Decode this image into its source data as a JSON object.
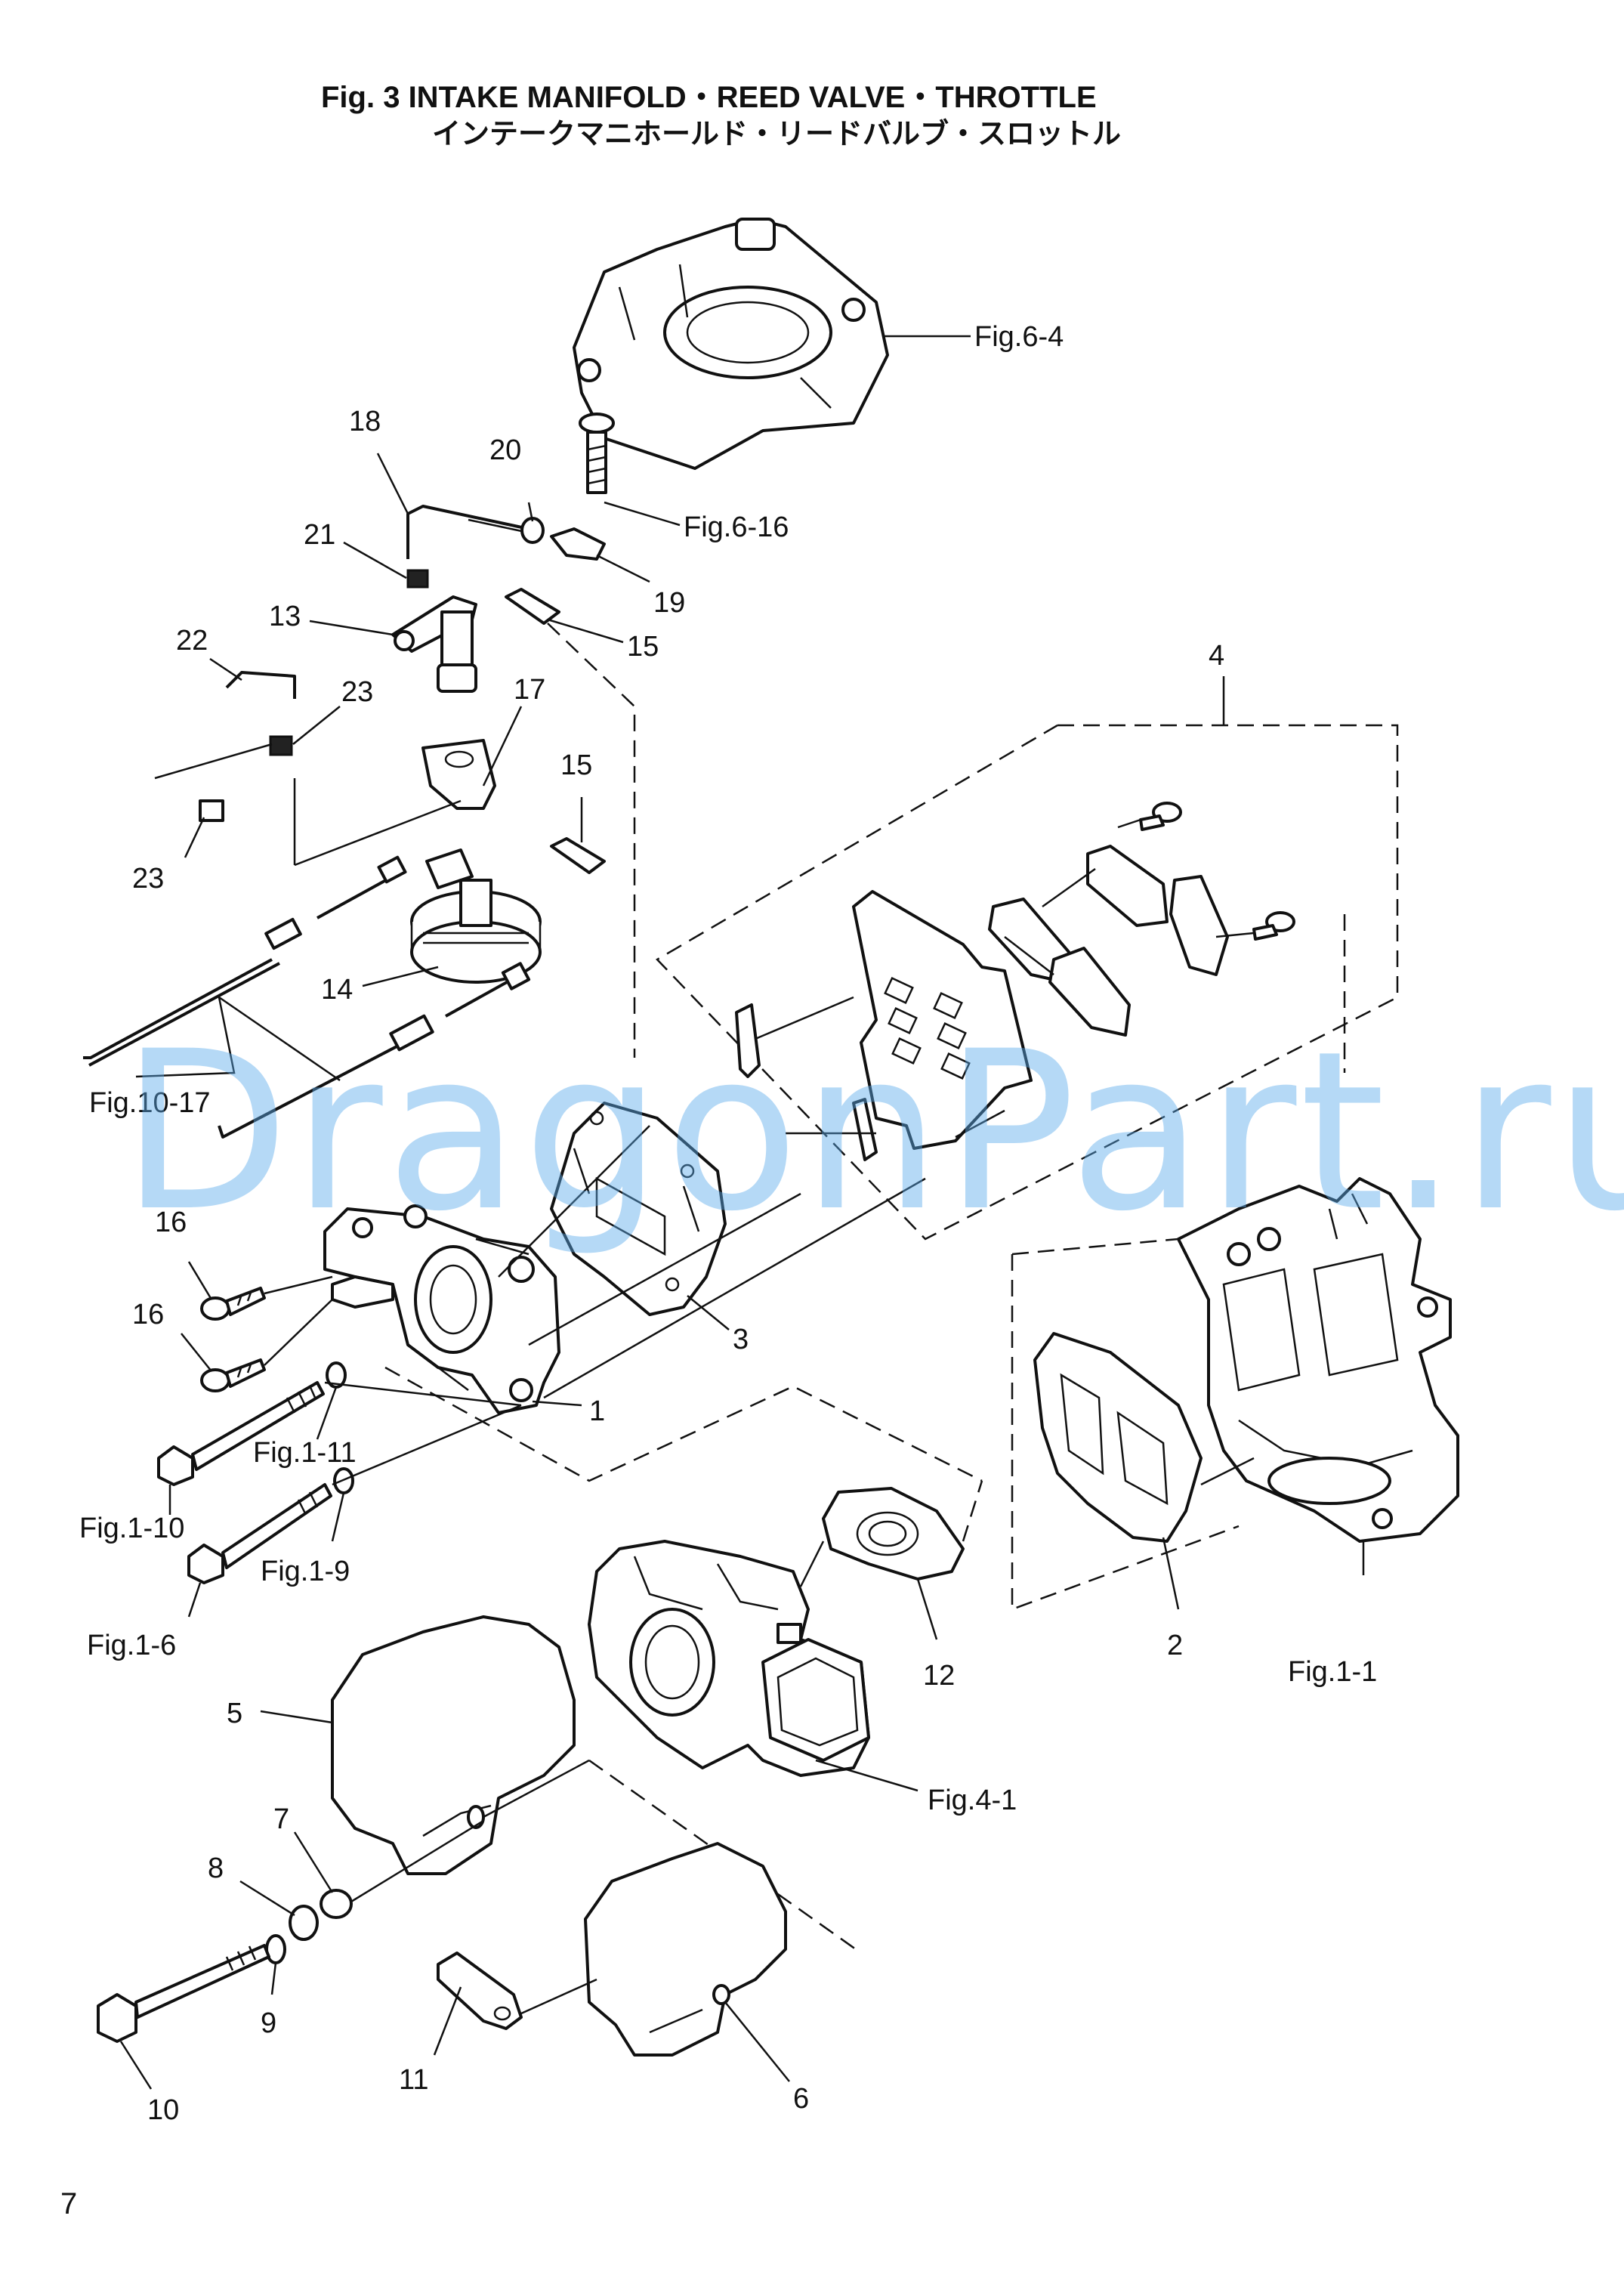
{
  "title": {
    "en": "Fig. 3   INTAKE MANIFOLD・REED VALVE・THROTTLE",
    "jp": "インテークマニホールド・リードバルブ・スロットル"
  },
  "watermark": "DragonPart.ru",
  "page_number": "7",
  "callouts": {
    "p1": "1",
    "p2": "2",
    "p3": "3",
    "p4": "4",
    "p5": "5",
    "p6": "6",
    "p7": "7",
    "p8": "8",
    "p9": "9",
    "p10": "10",
    "p11": "11",
    "p12": "12",
    "p13": "13",
    "p14": "14",
    "p15a": "15",
    "p15b": "15",
    "p16a": "16",
    "p16b": "16",
    "p17": "17",
    "p18": "18",
    "p19": "19",
    "p20": "20",
    "p21": "21",
    "p22": "22",
    "p23a": "23",
    "p23b": "23"
  },
  "references": {
    "fig6_4": "Fig.6-4",
    "fig6_16": "Fig.6-16",
    "fig10_17": "Fig.10-17",
    "fig1_11": "Fig.1-11",
    "fig1_10": "Fig.1-10",
    "fig1_9": "Fig.1-9",
    "fig1_6": "Fig.1-6",
    "fig1_1": "Fig.1-1",
    "fig4_1": "Fig.4-1"
  }
}
